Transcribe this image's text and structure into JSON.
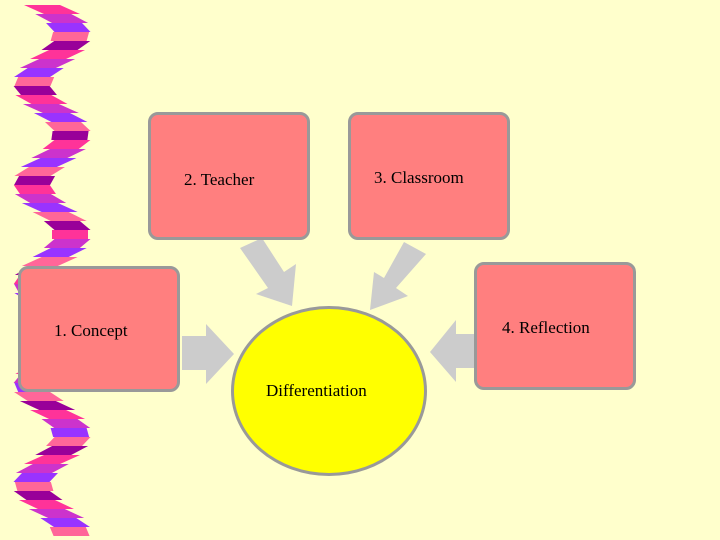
{
  "diagram": {
    "nodes": [
      {
        "id": "teacher",
        "label": "2. Teacher"
      },
      {
        "id": "classroom",
        "label": "3. Classroom"
      },
      {
        "id": "concept",
        "label": "1. Concept"
      },
      {
        "id": "reflection",
        "label": "4. Reflection"
      }
    ],
    "center": {
      "label": "Differentiation"
    },
    "colors": {
      "background": "#ffffcc",
      "box_fill": "#ff7f7f",
      "box_border": "#999999",
      "center_fill": "#ffff00",
      "arrow_fill": "#cccccc",
      "ribbon_colors": [
        "#ff3399",
        "#cc33cc",
        "#9933ff",
        "#ff6699",
        "#990099"
      ]
    }
  }
}
